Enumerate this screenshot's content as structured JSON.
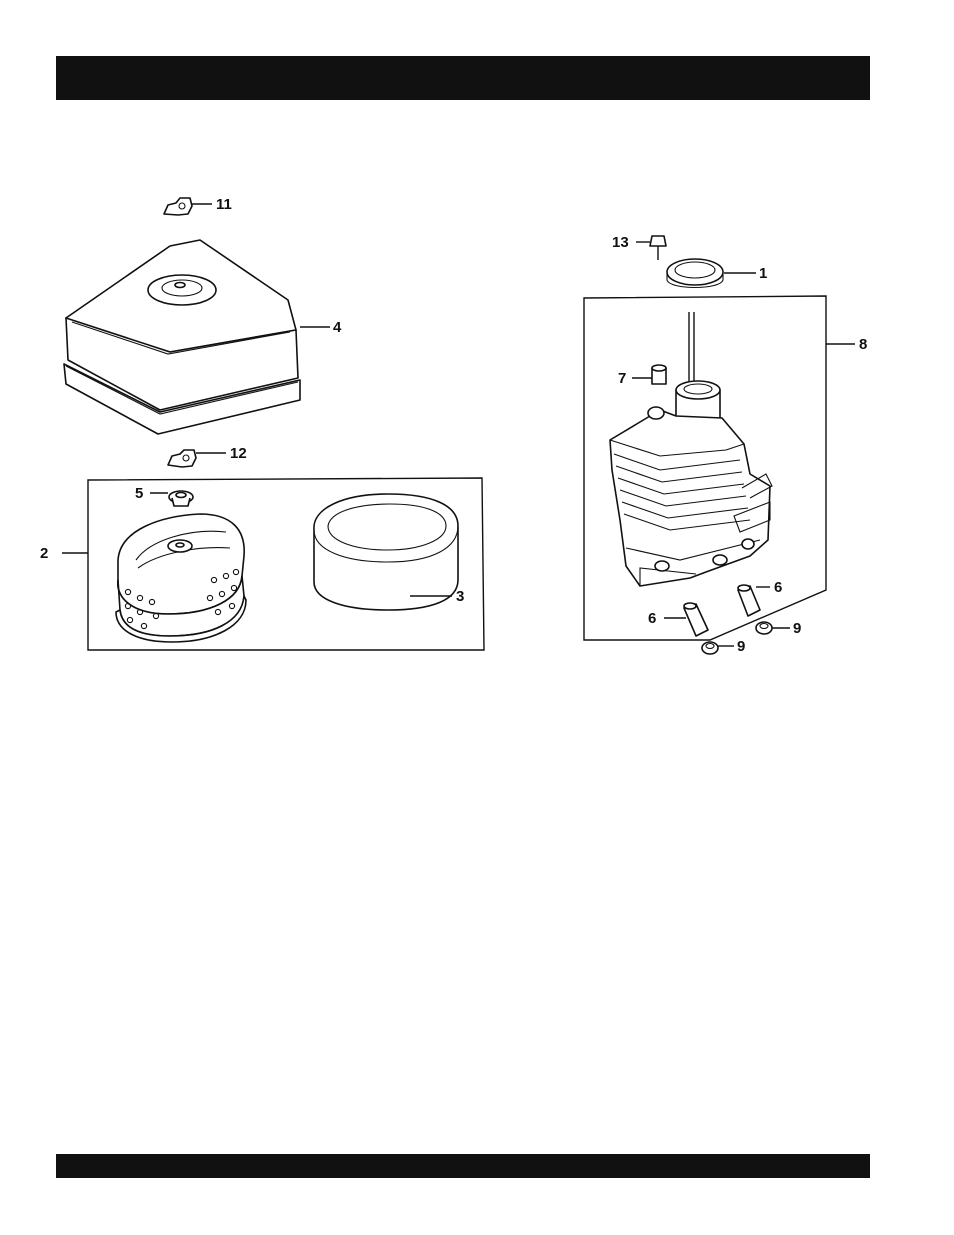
{
  "header_band": {
    "color": "#111111"
  },
  "footer_band": {
    "color": "#111111"
  },
  "callouts": {
    "c1": "1",
    "c2": "2",
    "c3": "3",
    "c4": "4",
    "c5": "5",
    "c6a": "6",
    "c6b": "6",
    "c7": "7",
    "c8": "8",
    "c9a": "9",
    "c9b": "9",
    "c11": "11",
    "c12": "12",
    "c13": "13"
  }
}
